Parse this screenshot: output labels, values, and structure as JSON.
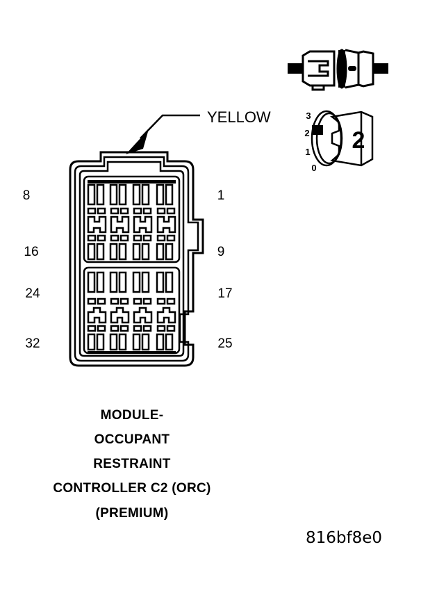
{
  "figure": {
    "id_code": "816bf8e0",
    "background_color": "#ffffff",
    "line_color": "#000000"
  },
  "caption": {
    "lines": [
      "MODULE-",
      "OCCUPANT",
      "RESTRAINT",
      "CONTROLLER C2 (ORC)",
      "(PREMIUM)"
    ]
  },
  "callout": {
    "wire_color_label": "YELLOW"
  },
  "connector": {
    "pin_numbers": {
      "left": [
        "8",
        "16",
        "24",
        "32"
      ],
      "right": [
        "1",
        "9",
        "17",
        "25"
      ]
    },
    "total_pins": 32,
    "blocks": [
      {
        "name": "upper-cavity-block",
        "latch_orientation": "up"
      },
      {
        "name": "lower-cavity-block",
        "latch_orientation": "down"
      }
    ]
  },
  "inset": {
    "scale_labels": [
      "3",
      "2",
      "1",
      "0"
    ],
    "scale_marker_position": "2",
    "cavity_label": "2"
  }
}
